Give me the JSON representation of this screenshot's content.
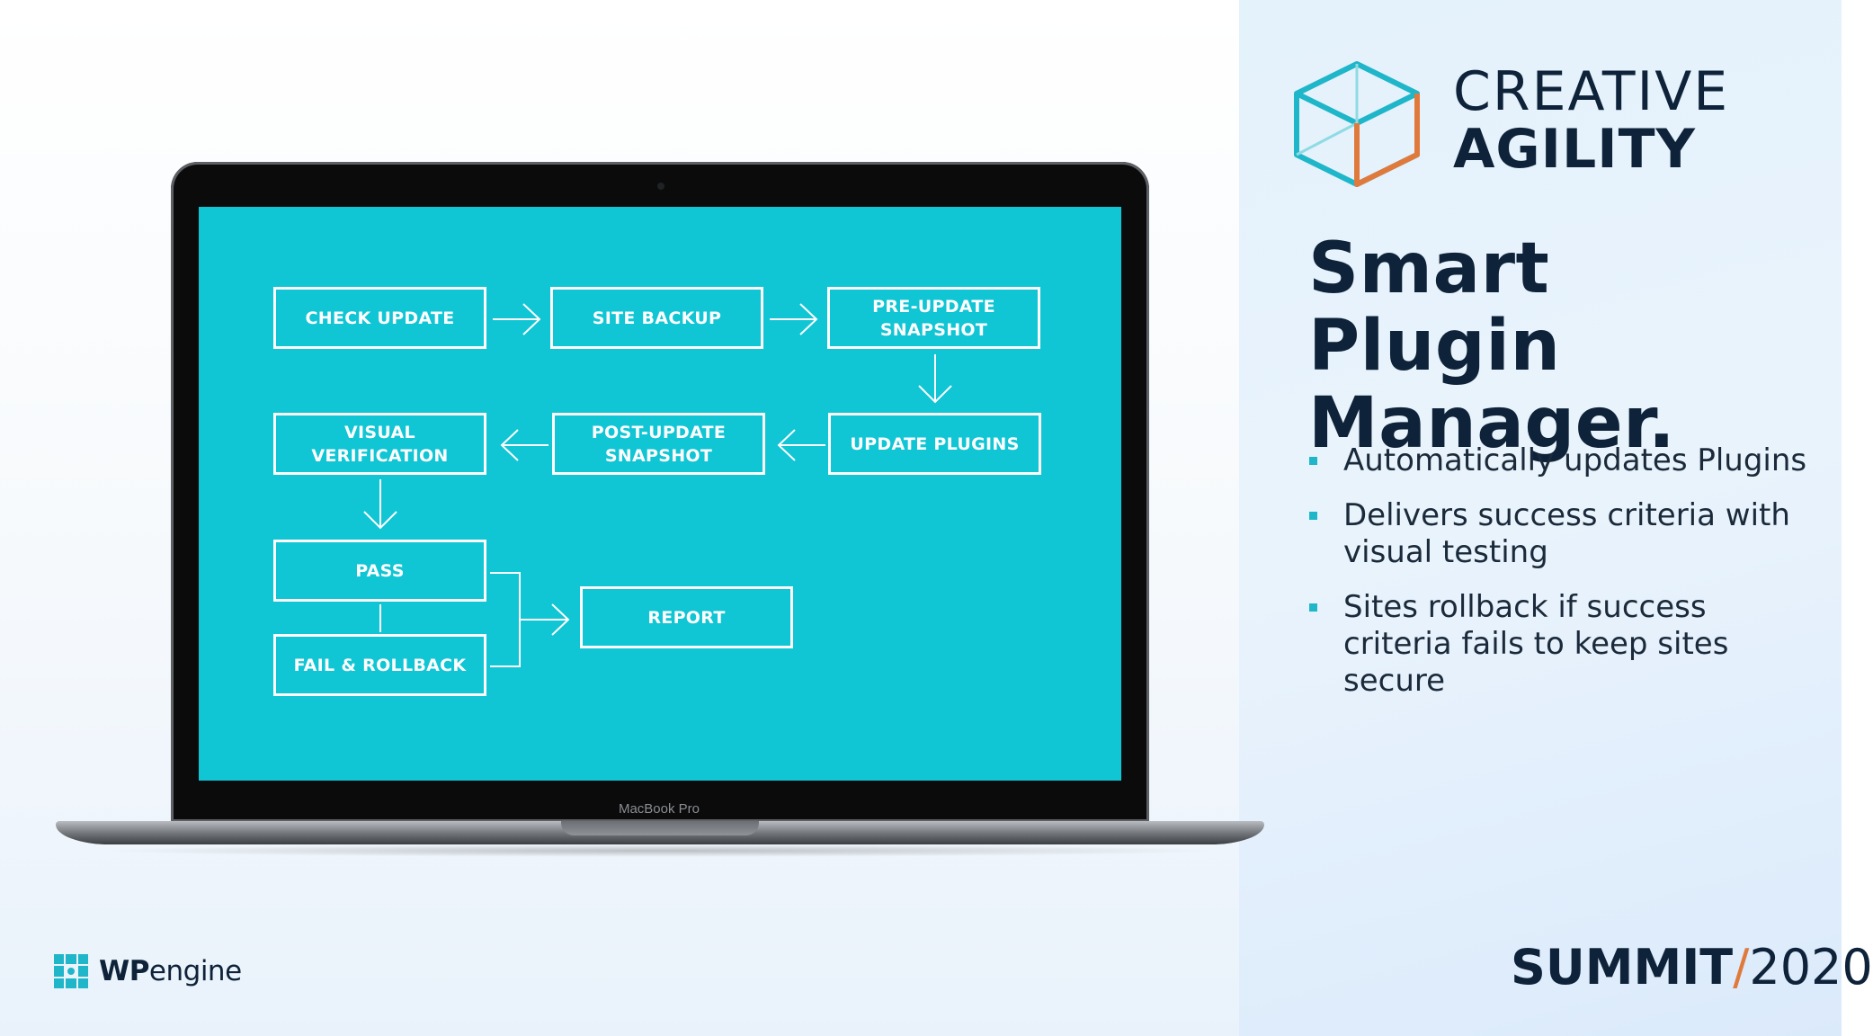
{
  "brand": {
    "line1": "CREATIVE",
    "line2": "AGILITY",
    "cube_colors": {
      "teal": "#1fb6c9",
      "orange": "#e07a3c"
    }
  },
  "headline": "Smart Plugin Manager.",
  "bullets": [
    "Automatically updates Plugins",
    "Delivers success criteria with visual testing",
    "Sites rollback if success criteria fails to keep sites secure"
  ],
  "laptop": {
    "model_label": "MacBook Pro"
  },
  "flowchart": {
    "nodes": {
      "check_update": "CHECK UPDATE",
      "site_backup": "SITE BACKUP",
      "pre_update_snapshot": "PRE-UPDATE\nSNAPSHOT",
      "update_plugins": "UPDATE PLUGINS",
      "post_update_snapshot": "POST-UPDATE\nSNAPSHOT",
      "visual_verification": "VISUAL\nVERIFICATION",
      "pass": "PASS",
      "fail_rollback": "FAIL & ROLLBACK",
      "report": "REPORT"
    },
    "screen_color": "#10c5d4"
  },
  "footer": {
    "wpengine_bold": "WP",
    "wpengine_light": "engine",
    "summit_word": "SUMMIT",
    "summit_slash": "/",
    "summit_year": "2020"
  }
}
